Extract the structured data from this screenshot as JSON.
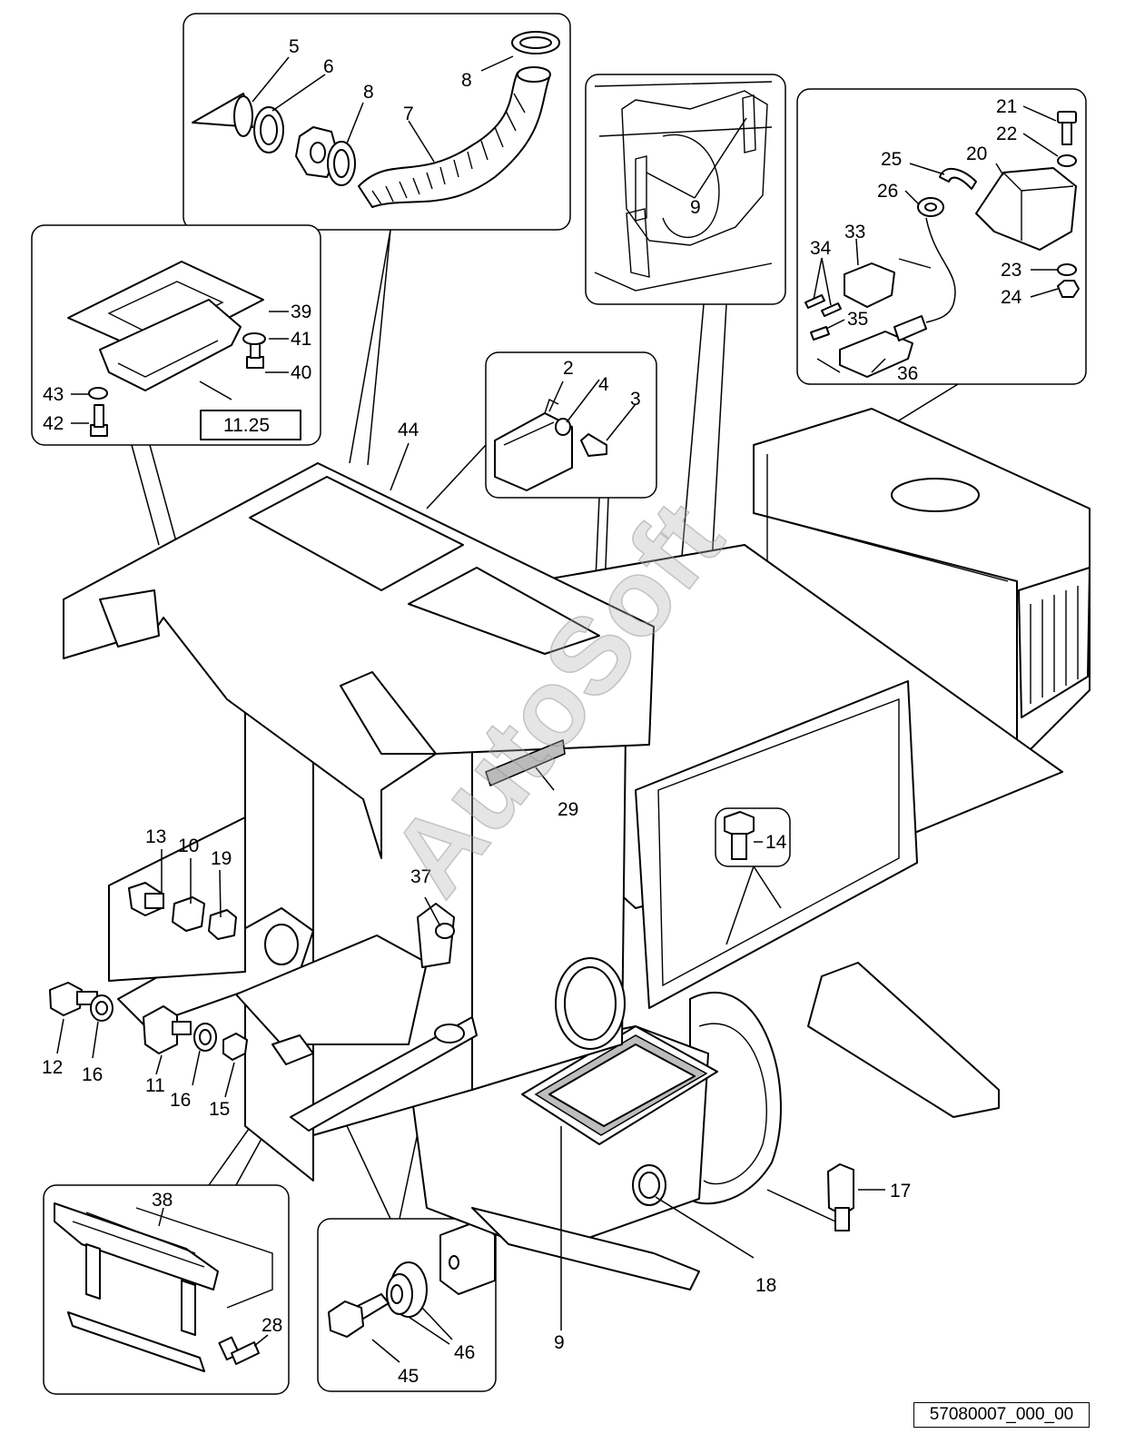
{
  "drawing_number": "57080007_000_00",
  "watermark": "AutoSoft",
  "reference_box": "11.25",
  "callouts": [
    {
      "id": "c-2",
      "label": "2"
    },
    {
      "id": "c-3",
      "label": "3"
    },
    {
      "id": "c-4",
      "label": "4"
    },
    {
      "id": "c-5",
      "label": "5"
    },
    {
      "id": "c-6",
      "label": "6"
    },
    {
      "id": "c-7",
      "label": "7"
    },
    {
      "id": "c-8a",
      "label": "8"
    },
    {
      "id": "c-8b",
      "label": "8"
    },
    {
      "id": "c-9a",
      "label": "9"
    },
    {
      "id": "c-9b",
      "label": "9"
    },
    {
      "id": "c-10",
      "label": "10"
    },
    {
      "id": "c-11",
      "label": "11"
    },
    {
      "id": "c-12",
      "label": "12"
    },
    {
      "id": "c-13",
      "label": "13"
    },
    {
      "id": "c-14",
      "label": "14"
    },
    {
      "id": "c-15",
      "label": "15"
    },
    {
      "id": "c-16a",
      "label": "16"
    },
    {
      "id": "c-16b",
      "label": "16"
    },
    {
      "id": "c-17",
      "label": "17"
    },
    {
      "id": "c-18",
      "label": "18"
    },
    {
      "id": "c-19",
      "label": "19"
    },
    {
      "id": "c-20",
      "label": "20"
    },
    {
      "id": "c-21",
      "label": "21"
    },
    {
      "id": "c-22",
      "label": "22"
    },
    {
      "id": "c-23",
      "label": "23"
    },
    {
      "id": "c-24",
      "label": "24"
    },
    {
      "id": "c-25",
      "label": "25"
    },
    {
      "id": "c-26",
      "label": "26"
    },
    {
      "id": "c-28",
      "label": "28"
    },
    {
      "id": "c-29",
      "label": "29"
    },
    {
      "id": "c-33",
      "label": "33"
    },
    {
      "id": "c-34",
      "label": "34"
    },
    {
      "id": "c-35",
      "label": "35"
    },
    {
      "id": "c-36",
      "label": "36"
    },
    {
      "id": "c-37",
      "label": "37"
    },
    {
      "id": "c-38",
      "label": "38"
    },
    {
      "id": "c-39",
      "label": "39"
    },
    {
      "id": "c-40",
      "label": "40"
    },
    {
      "id": "c-41",
      "label": "41"
    },
    {
      "id": "c-42",
      "label": "42"
    },
    {
      "id": "c-43",
      "label": "43"
    },
    {
      "id": "c-44",
      "label": "44"
    },
    {
      "id": "c-45",
      "label": "45"
    },
    {
      "id": "c-46",
      "label": "46"
    }
  ]
}
